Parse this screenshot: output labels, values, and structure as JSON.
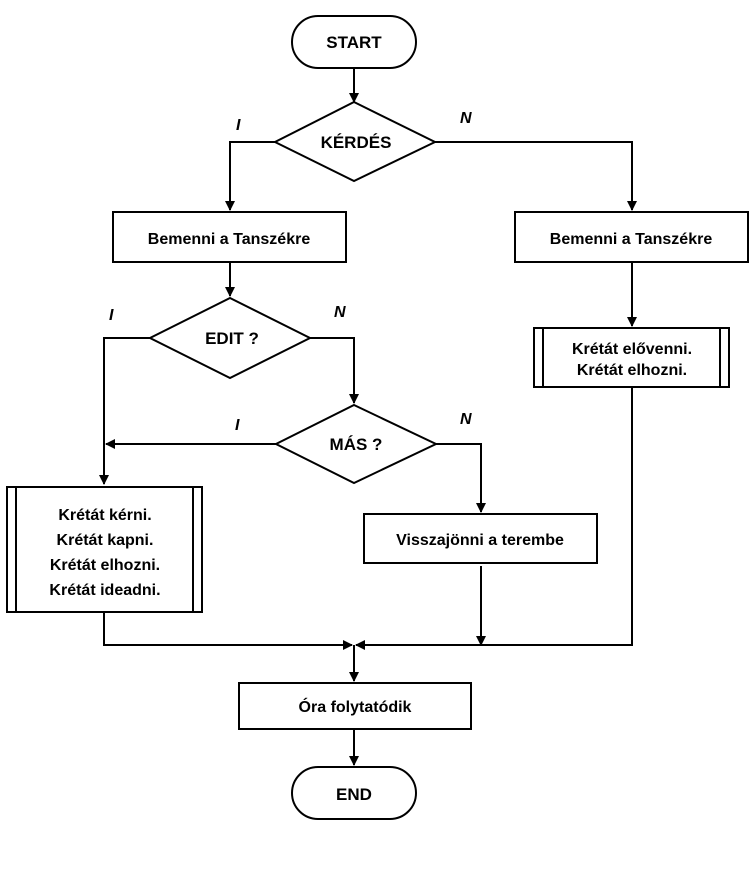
{
  "nodes": {
    "start": "START",
    "question": "KÉRDÉS",
    "enter_left": "Bemenni a Tanszékre",
    "enter_right": "Bemenni a Tanszékre",
    "edit": "EDIT ?",
    "other": "MÁS ?",
    "right_process": [
      "Krétát elővenni.",
      "Krétát elhozni."
    ],
    "left_process": [
      "Krétát kérni.",
      "Krétát kapni.",
      "Krétát elhozni.",
      "Krétát ideadni."
    ],
    "return": "Visszajönni a terembe",
    "continue": "Óra folytatódik",
    "end": "END"
  },
  "branch_labels": {
    "question_yes": "I",
    "question_no": "N",
    "edit_yes": "I",
    "edit_no": "N",
    "other_yes": "I",
    "other_no": "N"
  }
}
